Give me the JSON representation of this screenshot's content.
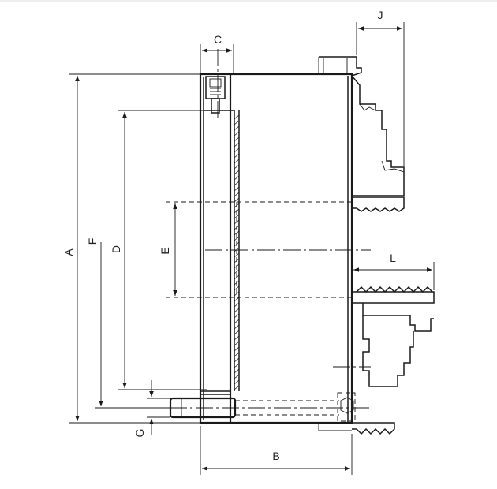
{
  "labels": {
    "A": "A",
    "B": "B",
    "C": "C",
    "D": "D",
    "E": "E",
    "F": "F",
    "G": "G",
    "J": "J",
    "L": "L"
  }
}
